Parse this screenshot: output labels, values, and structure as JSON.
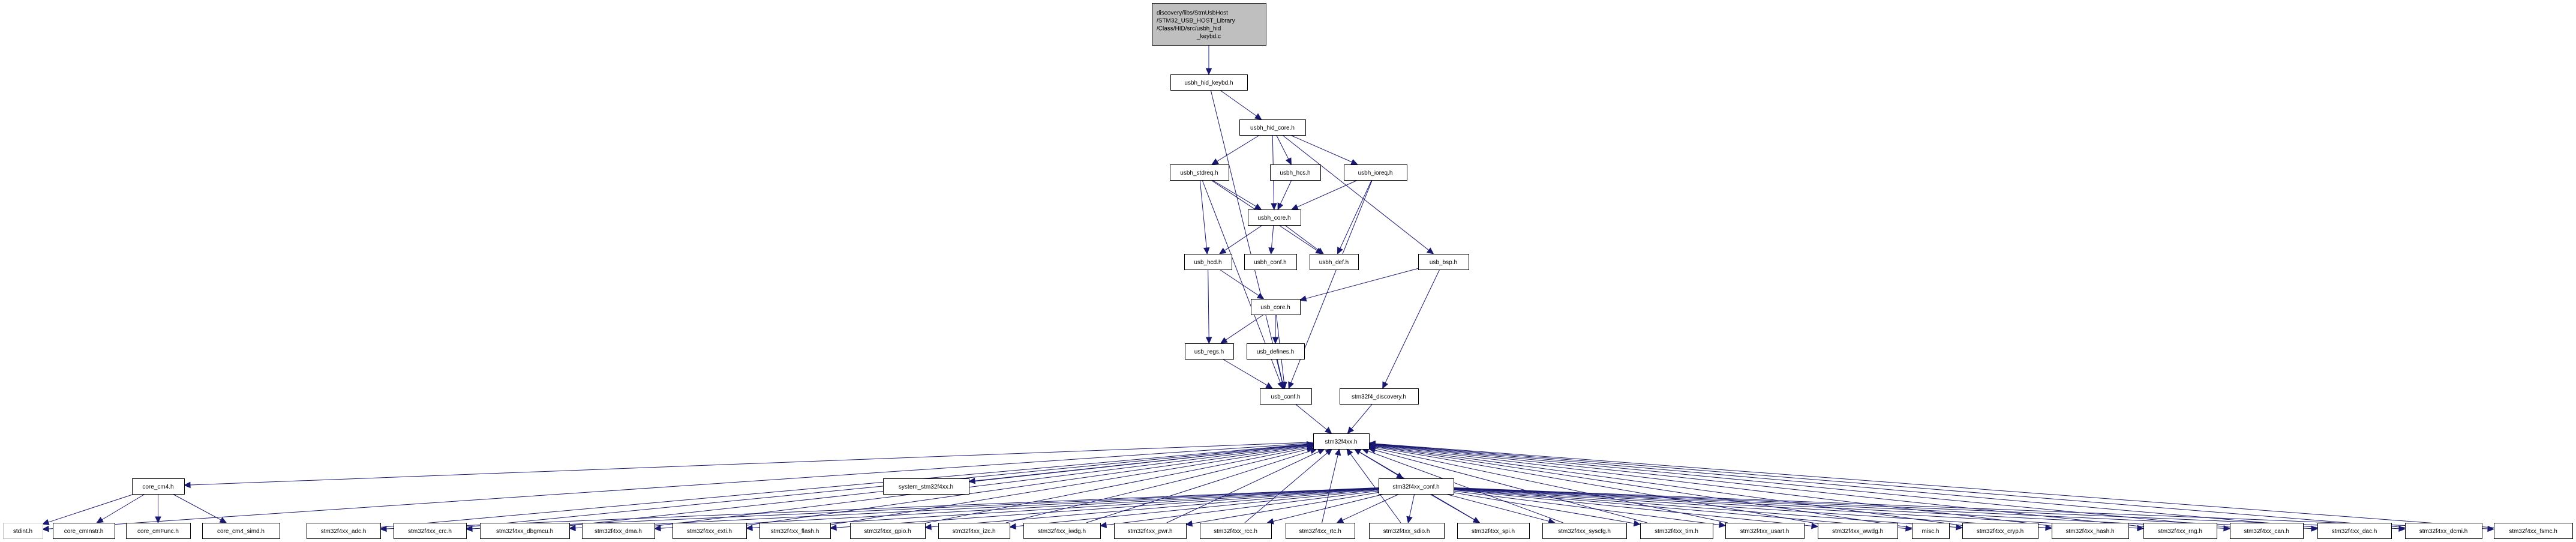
{
  "diagram": {
    "type": "include-dependency-graph",
    "root": "root",
    "nodes": [
      {
        "id": "root",
        "label": [
          "discovery/libs/StmUsbHost",
          "/STM32_USB_HOST_Library",
          "/Class/HID/src/usbh_hid",
          "_keybd.c"
        ],
        "kind": "root"
      },
      {
        "id": "keybd_h",
        "label": [
          "usbh_hid_keybd.h"
        ]
      },
      {
        "id": "hid_core",
        "label": [
          "usbh_hid_core.h"
        ]
      },
      {
        "id": "stdreq",
        "label": [
          "usbh_stdreq.h"
        ]
      },
      {
        "id": "hcs",
        "label": [
          "usbh_hcs.h"
        ]
      },
      {
        "id": "ioreq",
        "label": [
          "usbh_ioreq.h"
        ]
      },
      {
        "id": "usbh_core",
        "label": [
          "usbh_core.h"
        ]
      },
      {
        "id": "usb_hcd",
        "label": [
          "usb_hcd.h"
        ]
      },
      {
        "id": "usbh_conf",
        "label": [
          "usbh_conf.h"
        ]
      },
      {
        "id": "usbh_def",
        "label": [
          "usbh_def.h"
        ]
      },
      {
        "id": "usb_bsp",
        "label": [
          "usb_bsp.h"
        ]
      },
      {
        "id": "usb_core",
        "label": [
          "usb_core.h"
        ]
      },
      {
        "id": "usb_regs",
        "label": [
          "usb_regs.h"
        ]
      },
      {
        "id": "usb_defines",
        "label": [
          "usb_defines.h"
        ]
      },
      {
        "id": "usb_conf",
        "label": [
          "usb_conf.h"
        ]
      },
      {
        "id": "discovery",
        "label": [
          "stm32f4_discovery.h"
        ]
      },
      {
        "id": "stm32f4xx",
        "label": [
          "stm32f4xx.h"
        ]
      },
      {
        "id": "core_cm4",
        "label": [
          "core_cm4.h"
        ]
      },
      {
        "id": "system",
        "label": [
          "system_stm32f4xx.h"
        ]
      },
      {
        "id": "conf",
        "label": [
          "stm32f4xx_conf.h"
        ]
      },
      {
        "id": "stdint",
        "label": [
          "stdint.h"
        ],
        "kind": "external"
      },
      {
        "id": "cmInstr",
        "label": [
          "core_cmInstr.h"
        ]
      },
      {
        "id": "cmFunc",
        "label": [
          "core_cmFunc.h"
        ]
      },
      {
        "id": "simd",
        "label": [
          "core_cm4_simd.h"
        ]
      },
      {
        "id": "adc",
        "label": [
          "stm32f4xx_adc.h"
        ]
      },
      {
        "id": "crc",
        "label": [
          "stm32f4xx_crc.h"
        ]
      },
      {
        "id": "dbgmcu",
        "label": [
          "stm32f4xx_dbgmcu.h"
        ]
      },
      {
        "id": "dma",
        "label": [
          "stm32f4xx_dma.h"
        ]
      },
      {
        "id": "exti",
        "label": [
          "stm32f4xx_exti.h"
        ]
      },
      {
        "id": "flash",
        "label": [
          "stm32f4xx_flash.h"
        ]
      },
      {
        "id": "gpio",
        "label": [
          "stm32f4xx_gpio.h"
        ]
      },
      {
        "id": "i2c",
        "label": [
          "stm32f4xx_i2c.h"
        ]
      },
      {
        "id": "iwdg",
        "label": [
          "stm32f4xx_iwdg.h"
        ]
      },
      {
        "id": "pwr",
        "label": [
          "stm32f4xx_pwr.h"
        ]
      },
      {
        "id": "rcc",
        "label": [
          "stm32f4xx_rcc.h"
        ]
      },
      {
        "id": "rtc",
        "label": [
          "stm32f4xx_rtc.h"
        ]
      },
      {
        "id": "sdio",
        "label": [
          "stm32f4xx_sdio.h"
        ]
      },
      {
        "id": "spi",
        "label": [
          "stm32f4xx_spi.h"
        ]
      },
      {
        "id": "syscfg",
        "label": [
          "stm32f4xx_syscfg.h"
        ]
      },
      {
        "id": "tim",
        "label": [
          "stm32f4xx_tim.h"
        ]
      },
      {
        "id": "usart",
        "label": [
          "stm32f4xx_usart.h"
        ]
      },
      {
        "id": "wwdg",
        "label": [
          "stm32f4xx_wwdg.h"
        ]
      },
      {
        "id": "misc",
        "label": [
          "misc.h"
        ]
      },
      {
        "id": "cryp",
        "label": [
          "stm32f4xx_cryp.h"
        ]
      },
      {
        "id": "hash",
        "label": [
          "stm32f4xx_hash.h"
        ]
      },
      {
        "id": "rng",
        "label": [
          "stm32f4xx_rng.h"
        ]
      },
      {
        "id": "can",
        "label": [
          "stm32f4xx_can.h"
        ]
      },
      {
        "id": "dac",
        "label": [
          "stm32f4xx_dac.h"
        ]
      },
      {
        "id": "dcmi",
        "label": [
          "stm32f4xx_dcmi.h"
        ]
      },
      {
        "id": "fsmc",
        "label": [
          "stm32f4xx_fsmc.h"
        ]
      }
    ],
    "edges": [
      [
        "root",
        "keybd_h"
      ],
      [
        "keybd_h",
        "hid_core"
      ],
      [
        "keybd_h",
        "usb_conf"
      ],
      [
        "hid_core",
        "stdreq"
      ],
      [
        "hid_core",
        "usbh_core"
      ],
      [
        "hid_core",
        "hcs"
      ],
      [
        "hid_core",
        "ioreq"
      ],
      [
        "hid_core",
        "usb_bsp"
      ],
      [
        "stdreq",
        "usbh_core"
      ],
      [
        "stdreq",
        "usb_hcd"
      ],
      [
        "stdreq",
        "usbh_def"
      ],
      [
        "stdreq",
        "usb_conf"
      ],
      [
        "hcs",
        "usbh_core"
      ],
      [
        "ioreq",
        "usbh_core"
      ],
      [
        "ioreq",
        "usbh_def"
      ],
      [
        "ioreq",
        "usb_conf"
      ],
      [
        "usbh_core",
        "usb_hcd"
      ],
      [
        "usbh_core",
        "usbh_conf"
      ],
      [
        "usbh_core",
        "usbh_def"
      ],
      [
        "usb_hcd",
        "usb_core"
      ],
      [
        "usb_hcd",
        "usb_regs"
      ],
      [
        "usb_bsp",
        "usb_core"
      ],
      [
        "usb_bsp",
        "discovery"
      ],
      [
        "usb_core",
        "usb_regs"
      ],
      [
        "usb_core",
        "usb_defines"
      ],
      [
        "usb_core",
        "usb_conf"
      ],
      [
        "usb_regs",
        "usb_conf"
      ],
      [
        "usb_defines",
        "usb_conf"
      ],
      [
        "usb_conf",
        "stm32f4xx"
      ],
      [
        "discovery",
        "stm32f4xx"
      ],
      [
        "stm32f4xx",
        "core_cm4"
      ],
      [
        "stm32f4xx",
        "system"
      ],
      [
        "stm32f4xx",
        "conf"
      ],
      [
        "stm32f4xx",
        "stdint"
      ],
      [
        "core_cm4",
        "stdint"
      ],
      [
        "core_cm4",
        "cmInstr"
      ],
      [
        "core_cm4",
        "cmFunc"
      ],
      [
        "core_cm4",
        "simd"
      ],
      [
        "conf",
        "adc"
      ],
      [
        "conf",
        "crc"
      ],
      [
        "conf",
        "dbgmcu"
      ],
      [
        "conf",
        "dma"
      ],
      [
        "conf",
        "exti"
      ],
      [
        "conf",
        "flash"
      ],
      [
        "conf",
        "gpio"
      ],
      [
        "conf",
        "i2c"
      ],
      [
        "conf",
        "iwdg"
      ],
      [
        "conf",
        "pwr"
      ],
      [
        "conf",
        "rcc"
      ],
      [
        "conf",
        "rtc"
      ],
      [
        "conf",
        "sdio"
      ],
      [
        "conf",
        "spi"
      ],
      [
        "conf",
        "syscfg"
      ],
      [
        "conf",
        "tim"
      ],
      [
        "conf",
        "usart"
      ],
      [
        "conf",
        "wwdg"
      ],
      [
        "conf",
        "misc"
      ],
      [
        "conf",
        "cryp"
      ],
      [
        "conf",
        "hash"
      ],
      [
        "conf",
        "rng"
      ],
      [
        "conf",
        "can"
      ],
      [
        "conf",
        "dac"
      ],
      [
        "conf",
        "dcmi"
      ],
      [
        "conf",
        "fsmc"
      ],
      [
        "adc",
        "stm32f4xx"
      ],
      [
        "crc",
        "stm32f4xx"
      ],
      [
        "dbgmcu",
        "stm32f4xx"
      ],
      [
        "dma",
        "stm32f4xx"
      ],
      [
        "exti",
        "stm32f4xx"
      ],
      [
        "flash",
        "stm32f4xx"
      ],
      [
        "gpio",
        "stm32f4xx"
      ],
      [
        "i2c",
        "stm32f4xx"
      ],
      [
        "iwdg",
        "stm32f4xx"
      ],
      [
        "pwr",
        "stm32f4xx"
      ],
      [
        "rcc",
        "stm32f4xx"
      ],
      [
        "rtc",
        "stm32f4xx"
      ],
      [
        "sdio",
        "stm32f4xx"
      ],
      [
        "spi",
        "stm32f4xx"
      ],
      [
        "syscfg",
        "stm32f4xx"
      ],
      [
        "tim",
        "stm32f4xx"
      ],
      [
        "usart",
        "stm32f4xx"
      ],
      [
        "wwdg",
        "stm32f4xx"
      ],
      [
        "misc",
        "stm32f4xx"
      ],
      [
        "cryp",
        "stm32f4xx"
      ],
      [
        "hash",
        "stm32f4xx"
      ],
      [
        "rng",
        "stm32f4xx"
      ],
      [
        "can",
        "stm32f4xx"
      ],
      [
        "dac",
        "stm32f4xx"
      ],
      [
        "dcmi",
        "stm32f4xx"
      ],
      [
        "fsmc",
        "stm32f4xx"
      ]
    ],
    "colors": {
      "edge": "#191970",
      "root_fill": "#bfbfbf",
      "node_fill": "#ffffff",
      "node_border": "#000000",
      "external_border": "#bfbfbf"
    }
  }
}
